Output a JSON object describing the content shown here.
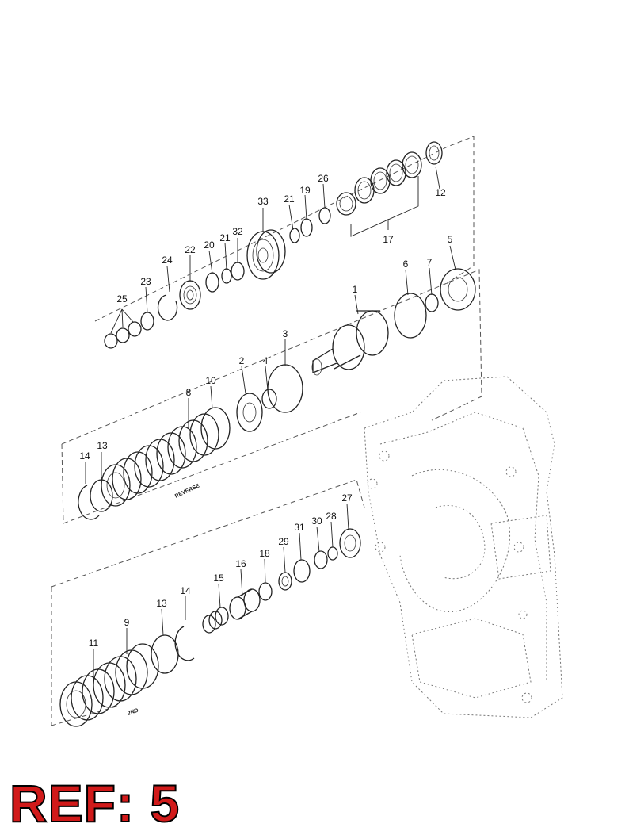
{
  "ref_label": "REF: 5",
  "stamps": {
    "reverse": "REVERSE",
    "second": "2ND"
  },
  "callouts": {
    "n1": "1",
    "n2": "2",
    "n3": "3",
    "n4": "4",
    "n5": "5",
    "n6": "6",
    "n7": "7",
    "n8": "8",
    "n9": "9",
    "n10": "10",
    "n11": "11",
    "n12": "12",
    "n13a": "13",
    "n13b": "13",
    "n14a": "14",
    "n14b": "14",
    "n15": "15",
    "n16": "16",
    "n17": "17",
    "n18": "18",
    "n19": "19",
    "n20": "20",
    "n21a": "21",
    "n21b": "21",
    "n22": "22",
    "n23": "23",
    "n24": "24",
    "n25": "25",
    "n26": "26",
    "n27": "27",
    "n28": "28",
    "n29": "29",
    "n30": "30",
    "n31": "31",
    "n32": "32",
    "n33": "33"
  },
  "colors": {
    "ref": "#d11a1a",
    "line": "#222222"
  }
}
